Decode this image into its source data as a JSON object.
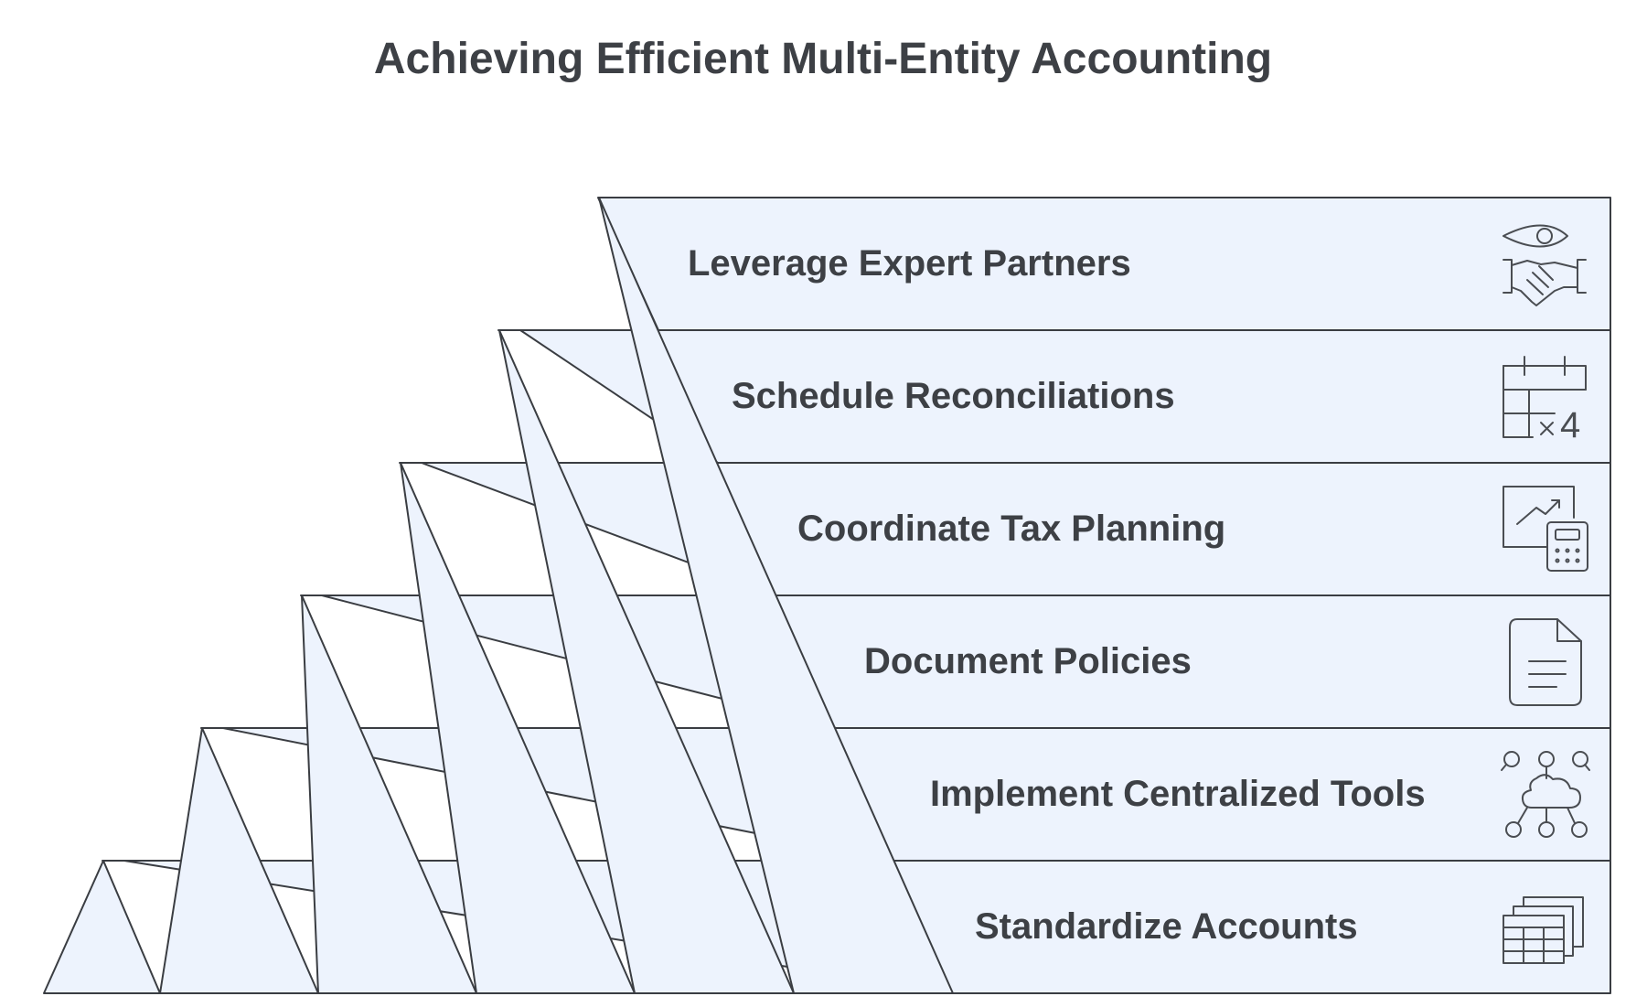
{
  "title": "Achieving Efficient Multi-Entity Accounting",
  "levels": [
    {
      "label": "Leverage Expert Partners",
      "icon": "handshake-eye-icon"
    },
    {
      "label": "Schedule Reconciliations",
      "icon": "calendar-times-four-icon"
    },
    {
      "label": "Coordinate Tax Planning",
      "icon": "chart-calculator-icon"
    },
    {
      "label": "Document Policies",
      "icon": "document-icon"
    },
    {
      "label": "Implement Centralized Tools",
      "icon": "cloud-network-icon"
    },
    {
      "label": "Standardize Accounts",
      "icon": "stacked-spreadsheets-icon"
    }
  ],
  "icon_glyphs": {
    "calendar_multiplier": "4"
  },
  "colors": {
    "fill": "#EDF3FD",
    "stroke": "#3a3d42",
    "text": "#3d4045"
  }
}
